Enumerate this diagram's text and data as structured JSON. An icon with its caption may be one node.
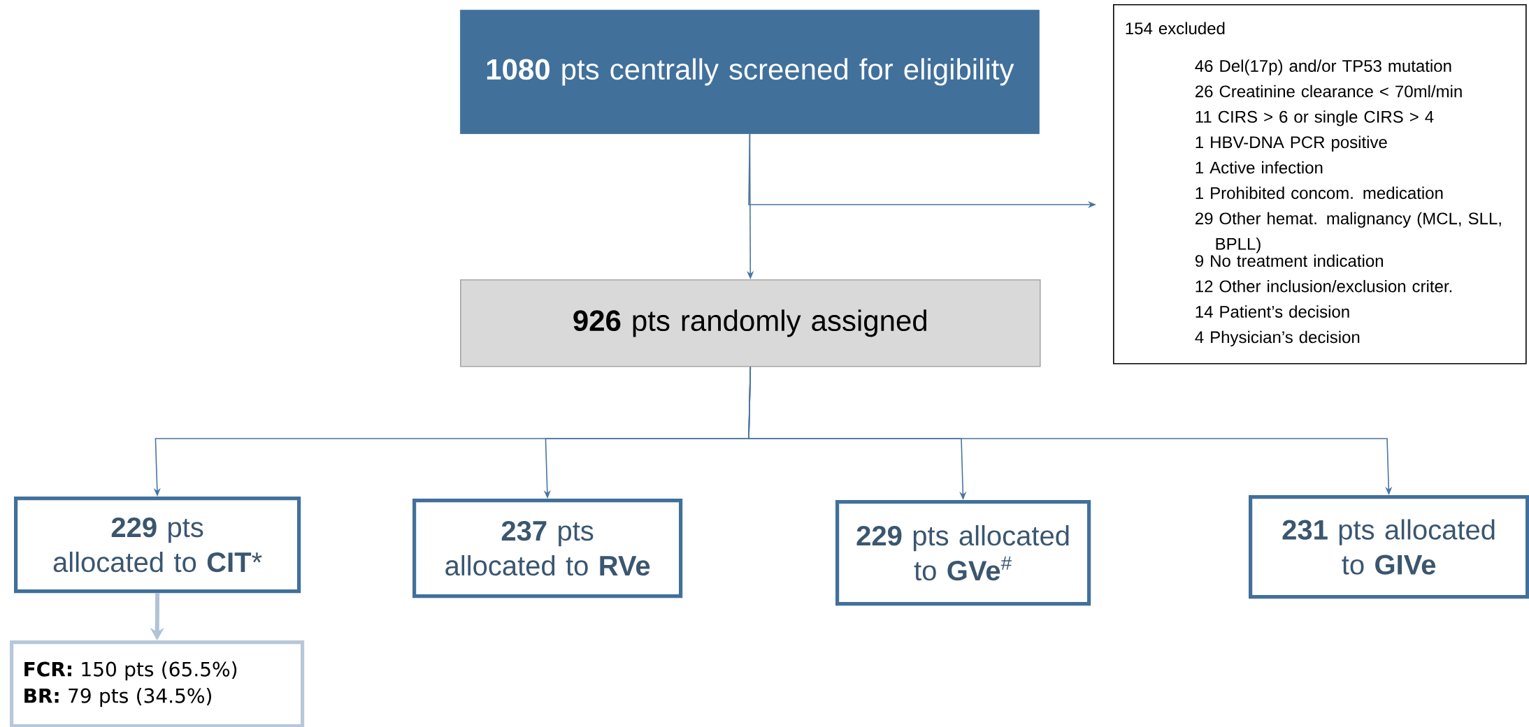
{
  "diagram": {
    "nodes": [
      {
        "text": [
          "**1080** pts centrally screened for eligibility"
        ]
      },
      {
        "text": [
          "154 excluded",
          "46 Del(17p) and/or TP53 mutation",
          "26 Creatinine clearance < 70ml/min",
          "11 CIRS > 6 or single CIRS > 4",
          "1 HBV-DNA PCR positive",
          "1 Active infection",
          "1 Prohibited concom. medication",
          "29 Other hemat. malignancy (MCL, SLL, BPLL)",
          "9 No treatment indication",
          "12 Other inclusion/exclusion criter.",
          "14 Patient’s decision",
          "4 Physician’s decision"
        ]
      },
      {
        "text": [
          "**926** pts randomly assigned"
        ]
      },
      {
        "text": [
          "**229** pts allocated to **CIT***"
        ]
      },
      {
        "text": [
          "**237** pts allocated to **RVe**"
        ]
      },
      {
        "text": [
          "**229** pts allocated to **GVe**$^{#}$"
        ]
      },
      {
        "text": [
          "**231** pts allocated to **GIVe**"
        ]
      },
      {
        "text": [
          "**FCR:** 150 pts (65.5%)",
          "**BR:** 79 pts (34.5%)"
        ]
      }
    ],
    "edges": [
      {
        "from": 0,
        "to": 2,
        "arrow": "to"
      },
      {
        "from": 0,
        "to": 1,
        "arrow": "to"
      },
      {
        "from": 2,
        "to": 3,
        "arrow": "to"
      },
      {
        "from": 2,
        "to": 4,
        "arrow": "to"
      },
      {
        "from": 2,
        "to": 5,
        "arrow": "to"
      },
      {
        "from": 2,
        "to": 6,
        "arrow": "to"
      },
      {
        "from": 3,
        "to": 7,
        "arrow": "to",
        "style": "thick",
        "color": "#b0c4d6"
      }
    ]
  }
}
